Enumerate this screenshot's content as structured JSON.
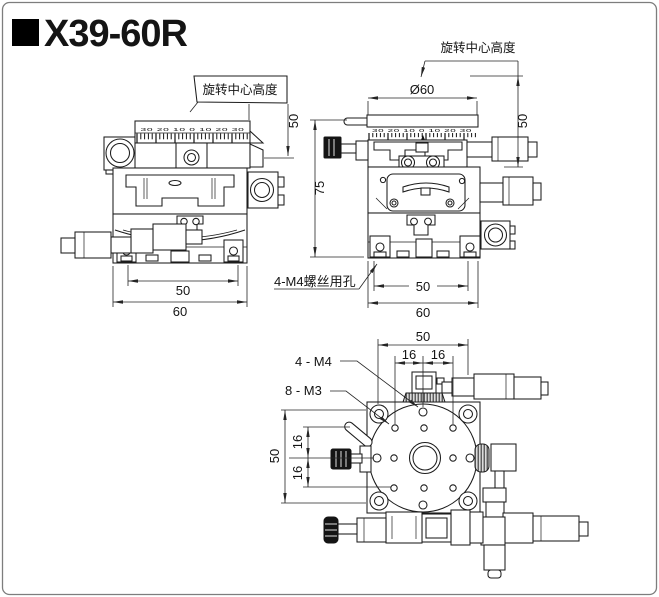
{
  "page": {
    "background": "#ffffff",
    "border_color": "#7d7d7d",
    "line_color": "#1c1c1c"
  },
  "title": {
    "text": "X39-60R"
  },
  "front_view": {
    "callout_rotation_center": "旋转中心高度",
    "dim_center_height": "50",
    "dim_inner_width": "50",
    "dim_base_width": "60",
    "ruler_numbers": "30 20 10 0 10 20 30"
  },
  "side_view": {
    "callout_rotation_center": "旋转中心高度",
    "dim_diameter": "Ø60",
    "dim_center_height": "50",
    "dim_total_height": "75",
    "dim_inner_width": "50",
    "dim_base_width": "60",
    "label_screw_holes": "4-M4螺丝用孔",
    "ruler_numbers": "30 20 10 0 10 20 30"
  },
  "top_view": {
    "label_m4": "4 - M4",
    "label_m3": "8 - M3",
    "dim_width": "50",
    "dim_pitch_a": "16",
    "dim_pitch_b": "16",
    "dim_height": "50",
    "dim_pitch_c": "16",
    "dim_pitch_d": "16"
  }
}
